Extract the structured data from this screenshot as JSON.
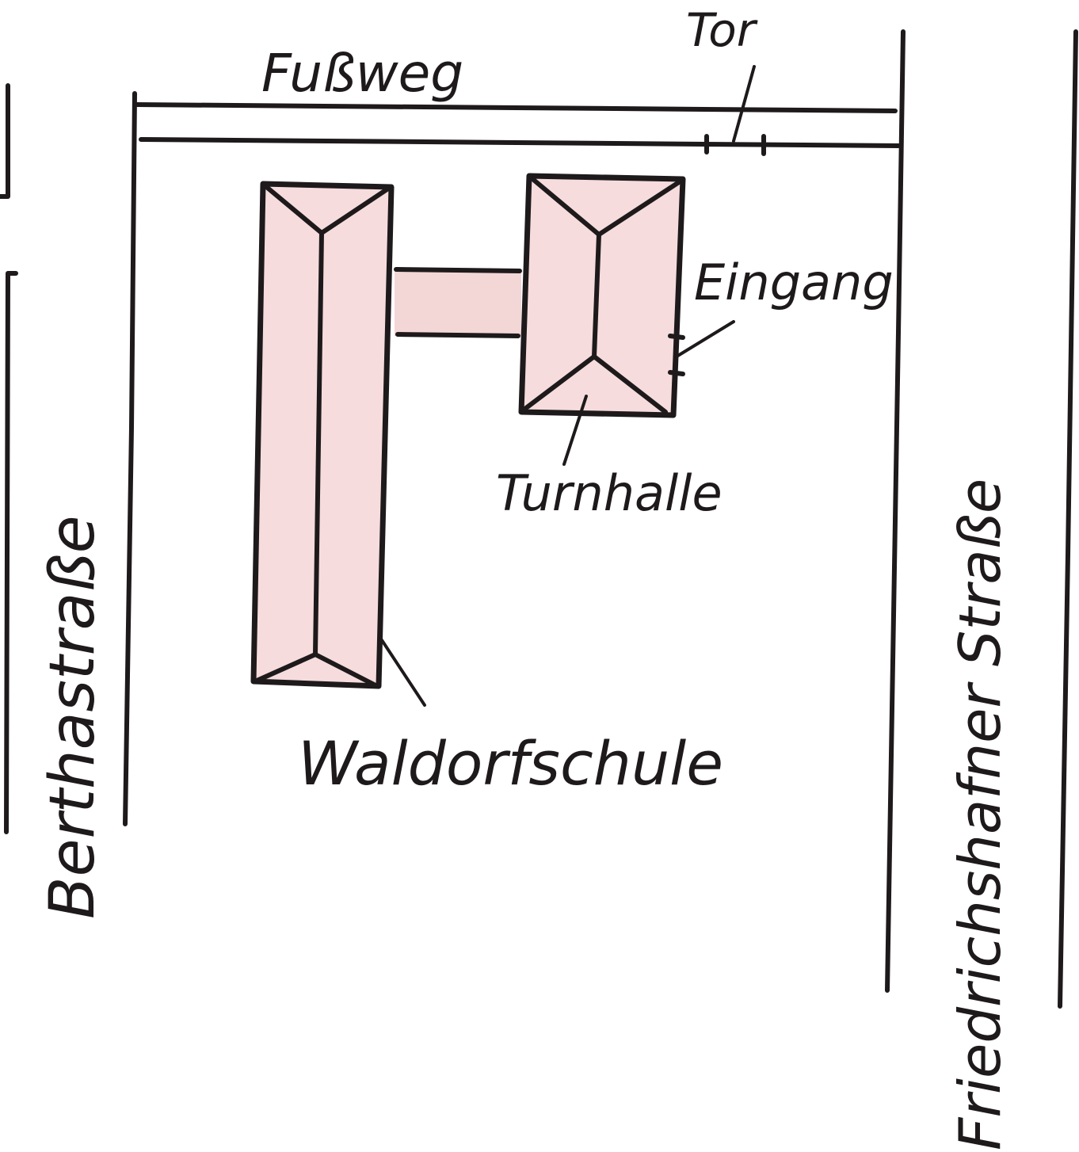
{
  "labels": {
    "footpath": "Fußweg",
    "gate": "Tor",
    "entrance": "Eingang",
    "gym": "Turnhalle",
    "school": "Waldorfschule",
    "street_left": "Berthastraße",
    "street_right": "Friedrichshafner Straße"
  },
  "colors": {
    "ink": "#1e1a1c",
    "building_fill": "#f6dcdc",
    "paper": "#ffffff"
  }
}
